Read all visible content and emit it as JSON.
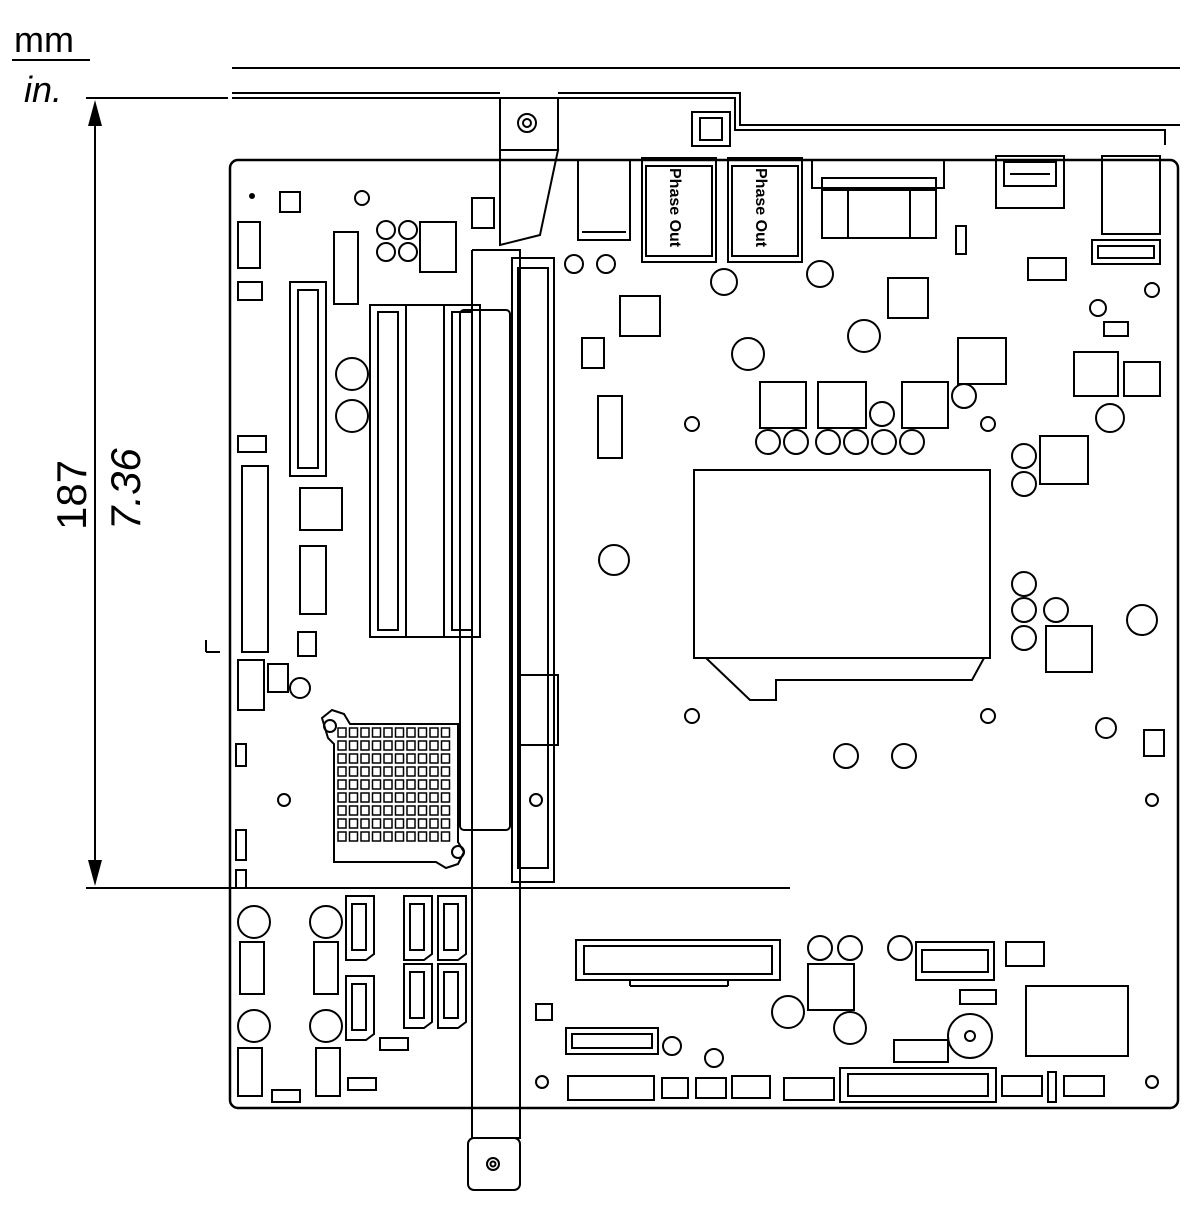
{
  "units": {
    "metric": "mm",
    "imperial": "in."
  },
  "dimension": {
    "mm_value": "187",
    "inch_value": "7.36"
  },
  "port_labels": {
    "left": "Phase Out",
    "right": "Phase Out"
  },
  "colors": {
    "line": "#000000",
    "background": "#ffffff"
  }
}
